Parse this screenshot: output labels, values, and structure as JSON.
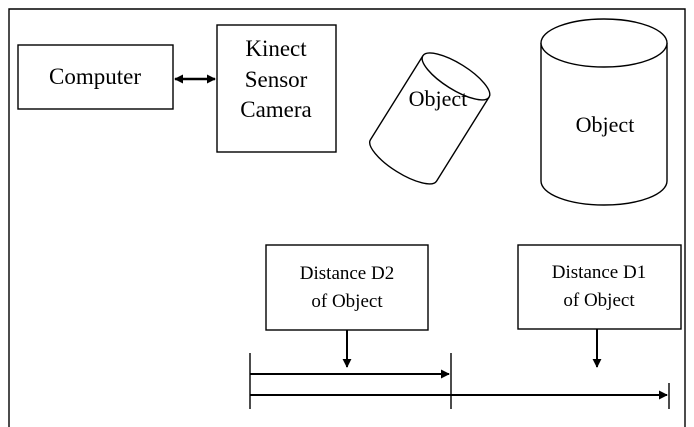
{
  "diagram": {
    "computer": {
      "label": "Computer"
    },
    "kinect": {
      "line1": "Kinect",
      "line2": "Sensor",
      "line3": "Camera"
    },
    "object_tilted": {
      "label": "Object"
    },
    "object_upright": {
      "label": "Object"
    },
    "distance_d2": {
      "line1": "Distance D2",
      "line2": "of Object"
    },
    "distance_d1": {
      "line1": "Distance D1",
      "line2": "of Object"
    }
  },
  "colors": {
    "stroke": "#000000",
    "background": "#ffffff"
  }
}
